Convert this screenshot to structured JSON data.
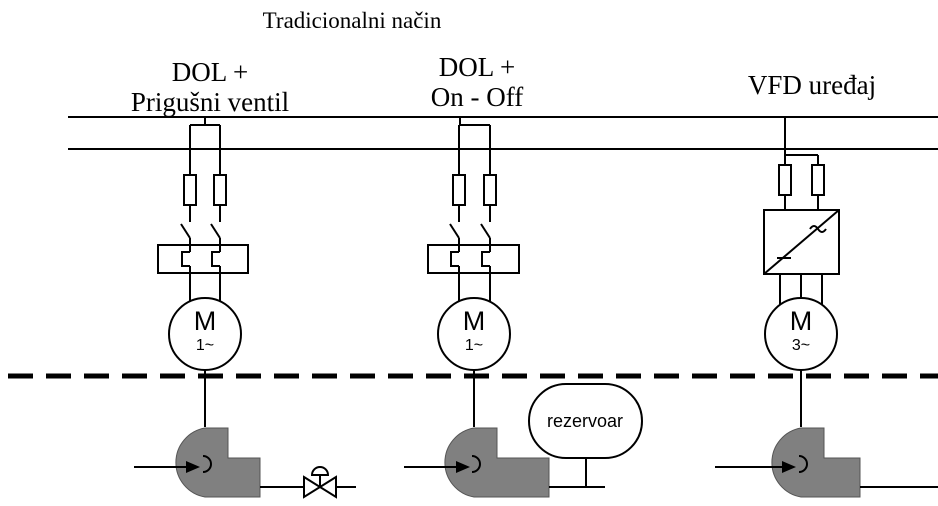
{
  "title": "Tradicionalni način",
  "columns": [
    {
      "label_line1": "DOL +",
      "label_line2": "Prigušni ventil",
      "motor_letter": "M",
      "motor_phase": "1~"
    },
    {
      "label_line1": "DOL +",
      "label_line2": "On - Off",
      "motor_letter": "M",
      "motor_phase": "1~"
    },
    {
      "label_line1": "VFD uređaj",
      "label_line2": "",
      "motor_letter": "M",
      "motor_phase": "3~"
    }
  ],
  "tank": {
    "label": "rezervoar"
  },
  "colors": {
    "line": "#000000",
    "pump": "#808080",
    "background": "#ffffff"
  }
}
